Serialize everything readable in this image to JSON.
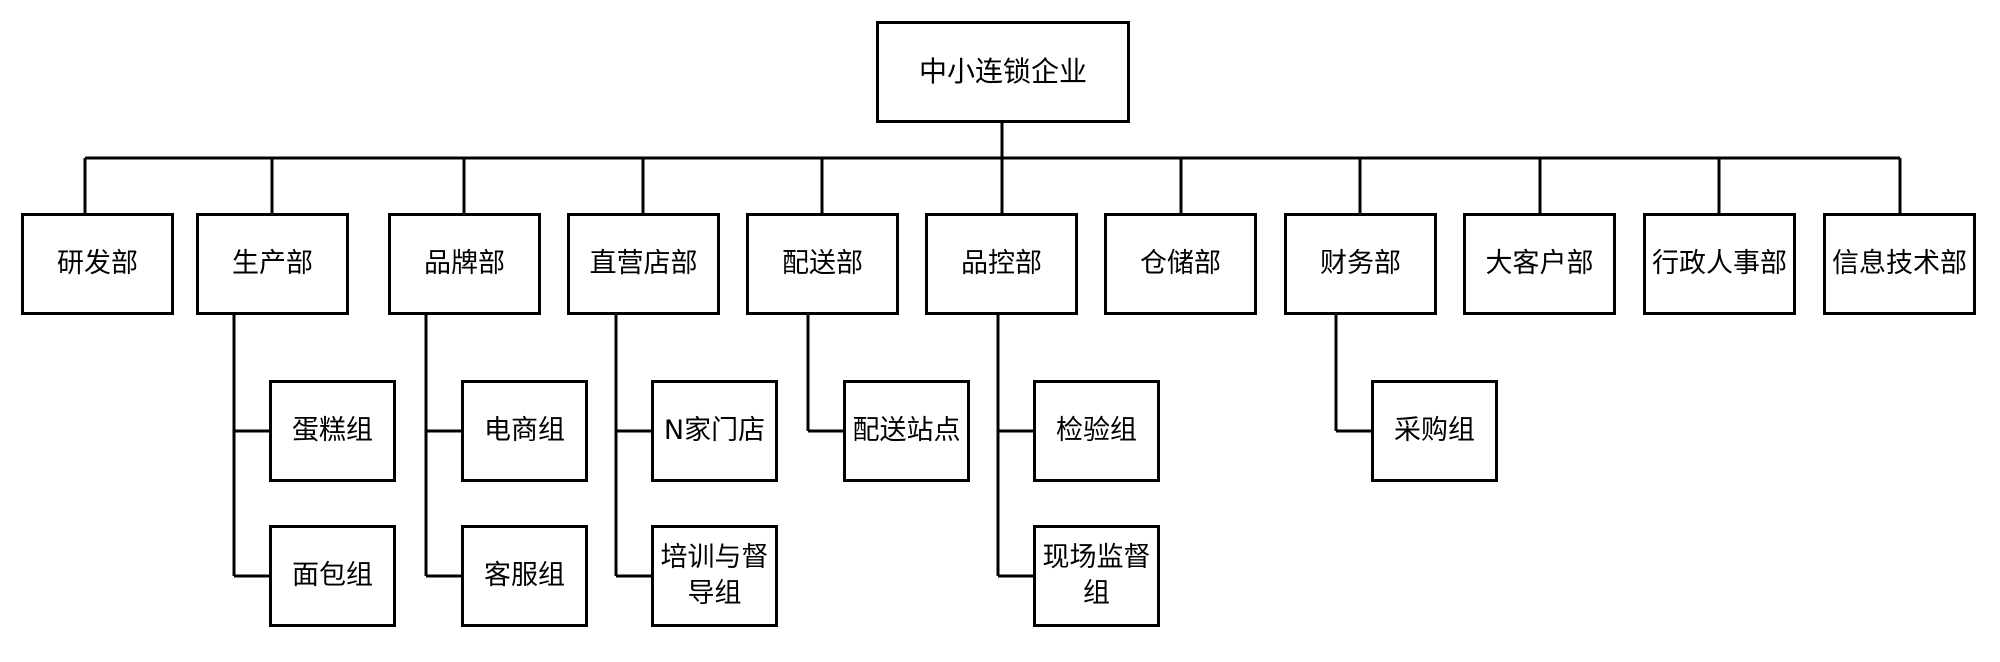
{
  "org_chart": {
    "root": "中小连锁企业",
    "departments": [
      {
        "id": "rnd",
        "label": "研发部",
        "groups": []
      },
      {
        "id": "production",
        "label": "生产部",
        "groups": [
          "蛋糕组",
          "面包组"
        ]
      },
      {
        "id": "brand",
        "label": "品牌部",
        "groups": [
          "电商组",
          "客服组"
        ]
      },
      {
        "id": "direct-stores",
        "label": "直营店部",
        "groups": [
          "N家门店",
          "培训与督导组"
        ]
      },
      {
        "id": "delivery",
        "label": "配送部",
        "groups": [
          "配送站点"
        ]
      },
      {
        "id": "qc",
        "label": "品控部",
        "groups": [
          "检验组",
          "现场监督组"
        ]
      },
      {
        "id": "warehouse",
        "label": "仓储部",
        "groups": []
      },
      {
        "id": "finance",
        "label": "财务部",
        "groups": [
          "采购组"
        ]
      },
      {
        "id": "key-accounts",
        "label": "大客户部",
        "groups": []
      },
      {
        "id": "admin-hr",
        "label": "行政人事部",
        "groups": []
      },
      {
        "id": "it",
        "label": "信息技术部",
        "groups": []
      }
    ]
  }
}
